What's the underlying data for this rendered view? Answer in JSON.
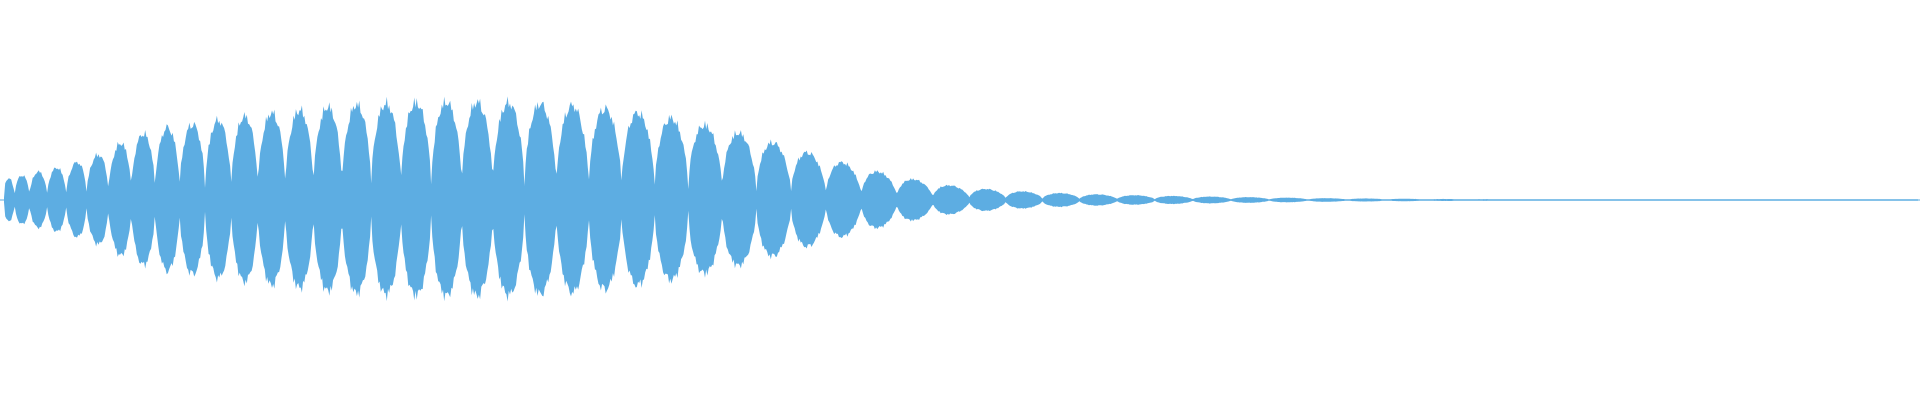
{
  "waveform": {
    "color": "#5DADE2",
    "envelope": [
      0.18,
      0.24,
      0.3,
      0.4,
      0.55,
      0.62,
      0.66,
      0.7,
      0.74,
      0.77,
      0.8,
      0.82,
      0.83,
      0.84,
      0.84,
      0.84,
      0.83,
      0.82,
      0.8,
      0.77,
      0.73,
      0.68,
      0.62,
      0.55,
      0.47,
      0.39,
      0.31,
      0.24,
      0.18,
      0.13,
      0.1,
      0.08,
      0.065,
      0.055,
      0.046,
      0.04,
      0.035,
      0.03,
      0.026,
      0.022,
      0.018,
      0.015,
      0.013,
      0.011,
      0.009,
      0.008,
      0.007,
      0.006,
      0.005,
      0.004,
      0.004,
      0.003,
      0.003,
      0.003,
      0.003,
      0.003,
      0.003,
      0.003,
      0.003,
      0.003
    ],
    "beats": 58
  }
}
